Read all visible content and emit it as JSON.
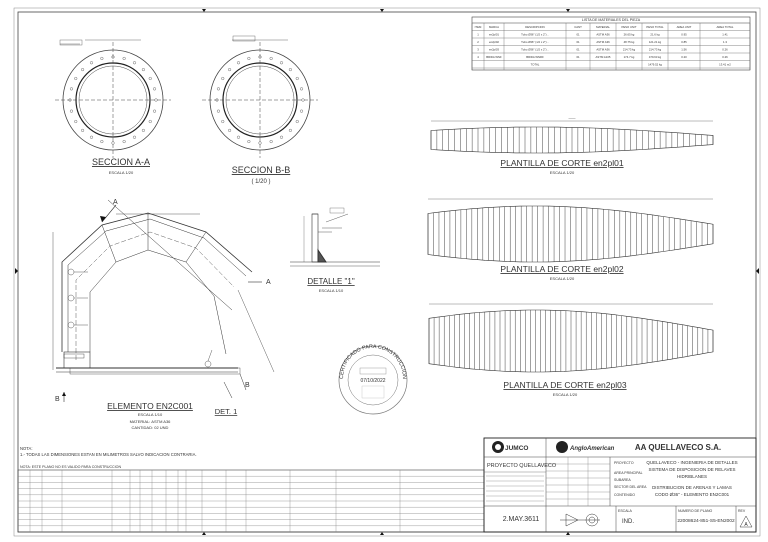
{
  "sections": {
    "a": {
      "title": "SECCION A-A",
      "scale": "ESCALA 1/20"
    },
    "b": {
      "title": "SECCION B-B",
      "scale": "( 1/20 )"
    }
  },
  "detail": {
    "title": "DETALLE \"1\"",
    "scale": "ESCALA 1/10"
  },
  "element": {
    "title": "ELEMENTO EN2C001",
    "scale": "ESCALA 1/10",
    "material": "MATERIAL: ASTM A36",
    "qty": "CANTIDAD: 02 UND",
    "det_label": "DET. 1",
    "cut_a": "A",
    "cut_b": "B"
  },
  "templates": [
    {
      "title": "PLANTILLA DE CORTE en2pl01",
      "scale": "ESCALA 1/20"
    },
    {
      "title": "PLANTILLA DE CORTE en2pl02",
      "scale": "ESCALA 1/20"
    },
    {
      "title": "PLANTILLA DE CORTE en2pl03",
      "scale": "ESCALA 1/20"
    }
  ],
  "stamp": {
    "arc": "CERTIFICADO PARA CONSTRUCCION",
    "date": "07/10/2022"
  },
  "materials_table": {
    "title": "LISTA DE MATERIALES DEL PIEZA",
    "headers": [
      "ITEM",
      "MARCA",
      "DESCRIPCION",
      "CANT",
      "MATERIAL",
      "PESO UNIT",
      "PESO TOTAL",
      "AREA UNIT",
      "AREA TOTAL"
    ],
    "rows": [
      [
        "1",
        "en2pl01",
        "Tubo Ø36\" (1/2 x 2\") ..",
        "01",
        "ASTM A36",
        "26.65 kg",
        "21.6 kg",
        "0.95",
        "1.41"
      ],
      [
        "2",
        "en2pl02",
        "Tubo Ø36\" (1/2 x 2\") ..",
        "01",
        "ASTM A36",
        "48.75 kg",
        "121.21 kg",
        "0.85",
        "1.3"
      ],
      [
        "3",
        "en2pl03",
        "Tubo Ø36\" (1/2 x 2\") ..",
        "01",
        "ASTM A36",
        "214.73 kg",
        "214.73 kg",
        "1.56",
        "0.26"
      ],
      [
        "4",
        "BRIDA WNF",
        "BRIDA WNRF",
        "01",
        "ASTM A105",
        "174.7 kg",
        "479.63 kg",
        "0.20",
        "0.26"
      ],
      [
        "",
        "",
        "TOTAL",
        "",
        "",
        "",
        "1479.52 kg",
        "",
        "13.41 m2"
      ]
    ]
  },
  "notes": {
    "heading": "NOTA:",
    "line1": "1.- TODAS LAS DIMENSIONES ESTAN EN MILIMETROS SALVO INDICACION CONTRARIA."
  },
  "revision_table": {
    "title": "NOTA: ESTE PLANO NO ES VALIDO PARA CONSTRUCCION",
    "rows": 10
  },
  "title_block": {
    "company1": "JUMCO",
    "company2": "AngloAmerican",
    "client": "AA QUELLAVECO S.A.",
    "project_label": "PROYECTO QUELLAVECO",
    "project_desc1": "QUELLAVECO - INGENIERIA DE DETALLES",
    "project_desc2": "SISTEMA DE DISPOSICION DE RELAVES",
    "project_desc3": "HIDRIBLANES",
    "drawing_desc1": "DISTRIBUCION DE ARENAS Y LAMAS",
    "drawing_desc2": "CODO Ø36\" - ELEMENTO EN2C001",
    "labels": [
      "PROYECTO",
      "AREA PRINCIPAL",
      "SUBAREA",
      "SECTOR DEL AREA",
      "CONTENIDO"
    ],
    "date": "2.MAY.3611",
    "scale_label": "ESCALA",
    "scale_value": "IND.",
    "drawing_no_label": "NUMERO DE PLANO",
    "drawing_no": "22008624-851-S5-EN2002",
    "rev_label": "REV",
    "rev_value": "A"
  }
}
